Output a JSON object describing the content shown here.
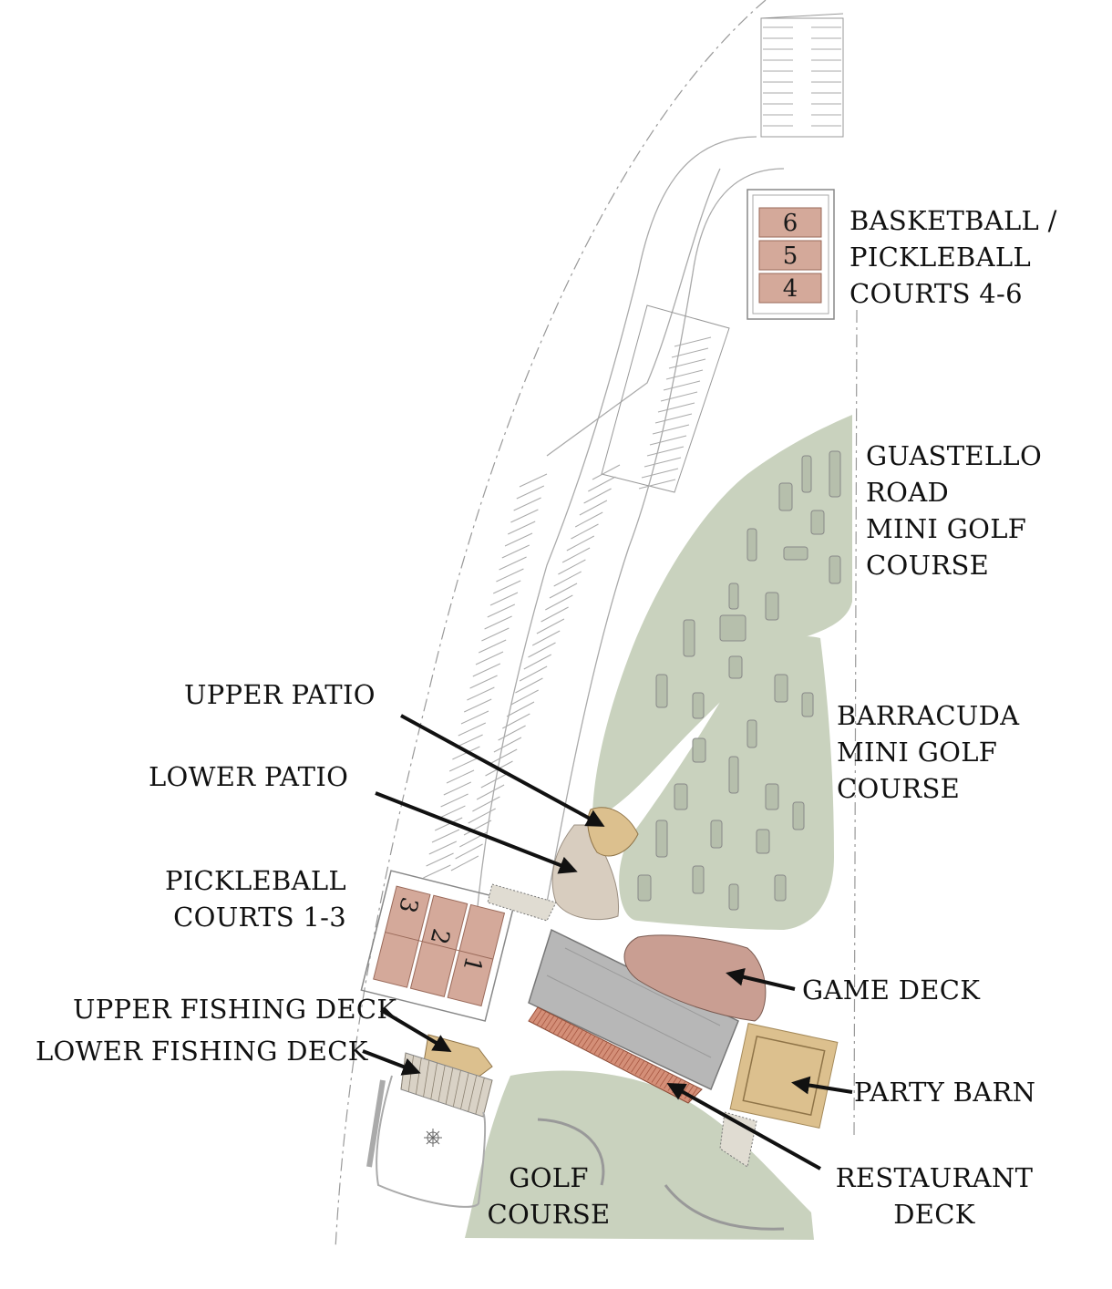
{
  "colors": {
    "green": "#c9d2be",
    "court": "#d4a99a",
    "gameDeck": "#c99e92",
    "tan": "#dcc08e",
    "patio": "#d8cdbf",
    "roof": "#b7b7b7",
    "deck": "#d48f78"
  },
  "labels": {
    "basketball": [
      "BASKETBALL /",
      "PICKLEBALL",
      "COURTS 4-6"
    ],
    "guastello": [
      "GUASTELLO",
      "ROAD",
      "MINI GOLF",
      "COURSE"
    ],
    "barracuda": [
      "BARRACUDA",
      "MINI GOLF",
      "COURSE"
    ],
    "upperPatio": "UPPER PATIO",
    "lowerPatio": "LOWER PATIO",
    "pickleball": [
      "PICKLEBALL",
      "COURTS 1-3"
    ],
    "gameDeck": "GAME DECK",
    "upperFishing": "UPPER FISHING DECK",
    "lowerFishing": "LOWER FISHING DECK",
    "partyBarn": "PARTY BARN",
    "restaurant": [
      "RESTAURANT",
      "DECK"
    ],
    "golf": [
      "GOLF",
      "COURSE"
    ]
  },
  "courtNumbersUpper": [
    "6",
    "5",
    "4"
  ],
  "courtNumbersLower": [
    "3",
    "2",
    "1"
  ]
}
